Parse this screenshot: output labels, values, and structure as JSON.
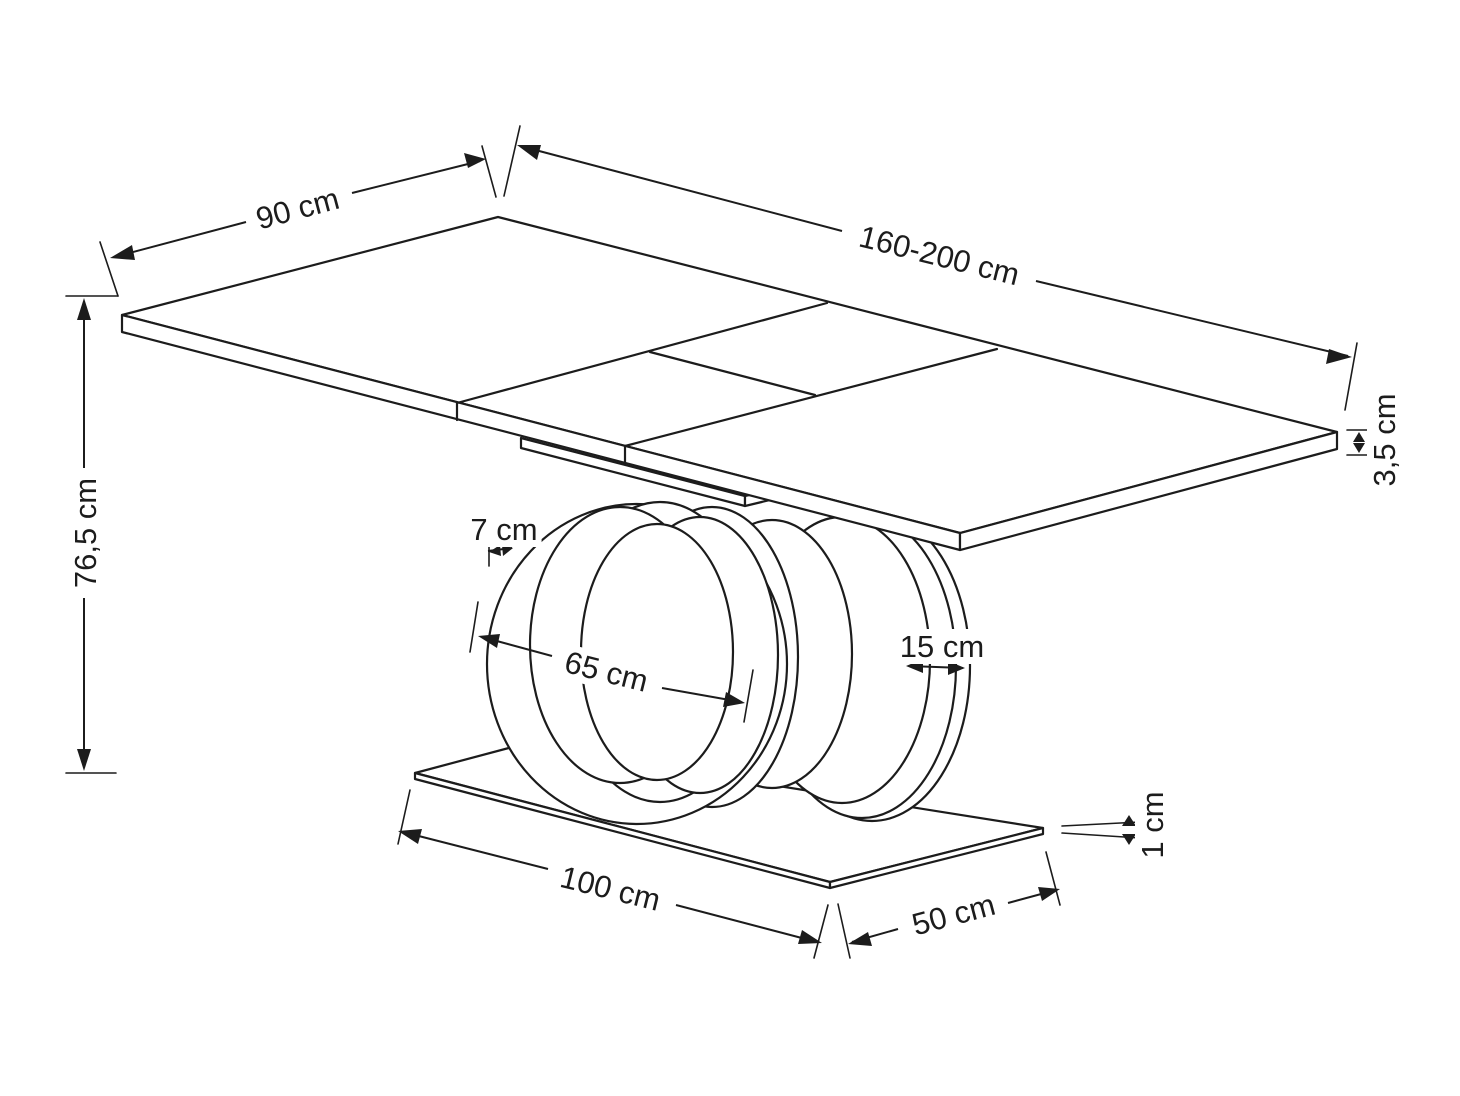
{
  "diagram": {
    "dimensions": {
      "width": "90 cm",
      "length": "160-200 cm",
      "height": "76,5 cm",
      "top_thickness": "3,5 cm",
      "ring_thickness": "7 cm",
      "ring_diameter": "65 cm",
      "ring_depth": "15 cm",
      "base_length": "100 cm",
      "base_width": "50 cm",
      "base_thickness": "1 cm"
    }
  }
}
